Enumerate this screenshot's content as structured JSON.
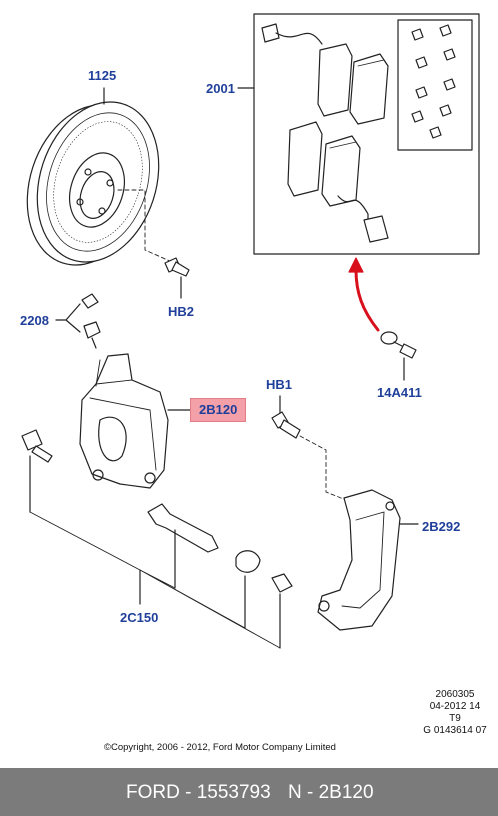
{
  "callouts": {
    "c1125": "1125",
    "c2001": "2001",
    "c2208": "2208",
    "cHB2": "HB2",
    "c14A411": "14A411",
    "cHB1": "HB1",
    "c2B120": "2B120",
    "c2B292": "2B292",
    "c2C150": "2C150"
  },
  "highlight_color": "#f4a0a8",
  "callout_color": "#1f3f9a",
  "meta": {
    "line1": "2060305",
    "line2": "04-2012 14",
    "line3": "T9",
    "line4": "G 0143614 07"
  },
  "copyright": "©Copyright, 2006 - 2012, Ford Motor Company Limited",
  "footer": {
    "part": "FORD - 1553793",
    "ref": "N - 2B120"
  }
}
